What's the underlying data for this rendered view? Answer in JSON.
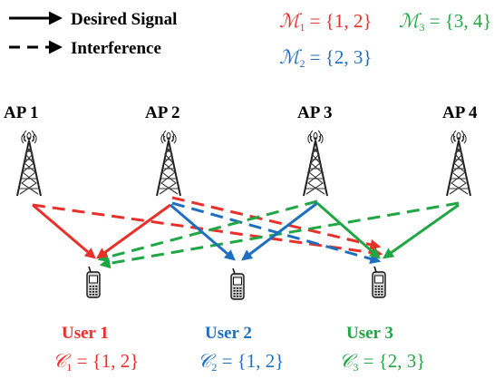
{
  "legend": {
    "desired": "Desired Signal",
    "interference": "Interference"
  },
  "sets": {
    "m1": {
      "sym": "ℳ",
      "sub": "1",
      "eq": " = {1, 2}",
      "color": "#e8302a"
    },
    "m2": {
      "sym": "ℳ",
      "sub": "2",
      "eq": " = {2, 3}",
      "color": "#1f6fc0"
    },
    "m3": {
      "sym": "ℳ",
      "sub": "3",
      "eq": " = {3, 4}",
      "color": "#20a645"
    }
  },
  "aps": [
    {
      "label": "AP 1"
    },
    {
      "label": "AP 2"
    },
    {
      "label": "AP 3"
    },
    {
      "label": "AP 4"
    }
  ],
  "users": [
    {
      "label": "User 1",
      "sym": "𝒞",
      "sub": "1",
      "eq": " = {1, 2}",
      "color": "#e8302a"
    },
    {
      "label": "User 2",
      "sym": "𝒞",
      "sub": "2",
      "eq": " = {1, 2}",
      "color": "#1f6fc0"
    },
    {
      "label": "User 3",
      "sym": "𝒞",
      "sub": "3",
      "eq": " = {2, 3}",
      "color": "#20a645"
    }
  ]
}
